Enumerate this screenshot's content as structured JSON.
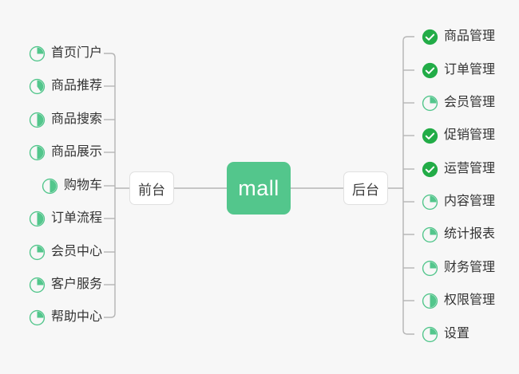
{
  "diagram": {
    "title": "mall",
    "background_color": "#f7f7f7",
    "accent_color": "#53c68c",
    "done_color": "#22ac47",
    "line_color": "#b5b5b5",
    "center": {
      "label": "mall"
    },
    "branches": [
      {
        "id": "frontend",
        "label": "前台",
        "side": "left"
      },
      {
        "id": "backend",
        "label": "后台",
        "side": "right"
      }
    ],
    "frontend_items": [
      {
        "label": "首页门户",
        "icon": "pie-progress-icon",
        "progress": 25,
        "done": false
      },
      {
        "label": "商品推荐",
        "icon": "pie-progress-icon",
        "progress": 40,
        "done": false
      },
      {
        "label": "商品搜索",
        "icon": "pie-progress-icon",
        "progress": 50,
        "done": false
      },
      {
        "label": "商品展示",
        "icon": "pie-progress-icon",
        "progress": 50,
        "done": false
      },
      {
        "label": "购物车",
        "icon": "pie-progress-icon",
        "progress": 50,
        "done": false
      },
      {
        "label": "订单流程",
        "icon": "pie-progress-icon",
        "progress": 50,
        "done": false
      },
      {
        "label": "会员中心",
        "icon": "pie-progress-icon",
        "progress": 25,
        "done": false
      },
      {
        "label": "客户服务",
        "icon": "pie-progress-icon",
        "progress": 25,
        "done": false
      },
      {
        "label": "帮助中心",
        "icon": "pie-progress-icon",
        "progress": 25,
        "done": false
      }
    ],
    "backend_items": [
      {
        "label": "商品管理",
        "icon": "check-circle-icon",
        "progress": 100,
        "done": true
      },
      {
        "label": "订单管理",
        "icon": "check-circle-icon",
        "progress": 100,
        "done": true
      },
      {
        "label": "会员管理",
        "icon": "pie-progress-icon",
        "progress": 25,
        "done": false
      },
      {
        "label": "促销管理",
        "icon": "check-circle-icon",
        "progress": 100,
        "done": true
      },
      {
        "label": "运营管理",
        "icon": "check-circle-icon",
        "progress": 100,
        "done": true
      },
      {
        "label": "内容管理",
        "icon": "pie-progress-icon",
        "progress": 25,
        "done": false
      },
      {
        "label": "统计报表",
        "icon": "pie-progress-icon",
        "progress": 25,
        "done": false
      },
      {
        "label": "财务管理",
        "icon": "pie-progress-icon",
        "progress": 25,
        "done": false
      },
      {
        "label": "权限管理",
        "icon": "pie-progress-icon",
        "progress": 50,
        "done": false
      },
      {
        "label": "设置",
        "icon": "pie-progress-icon",
        "progress": 25,
        "done": false
      }
    ]
  }
}
